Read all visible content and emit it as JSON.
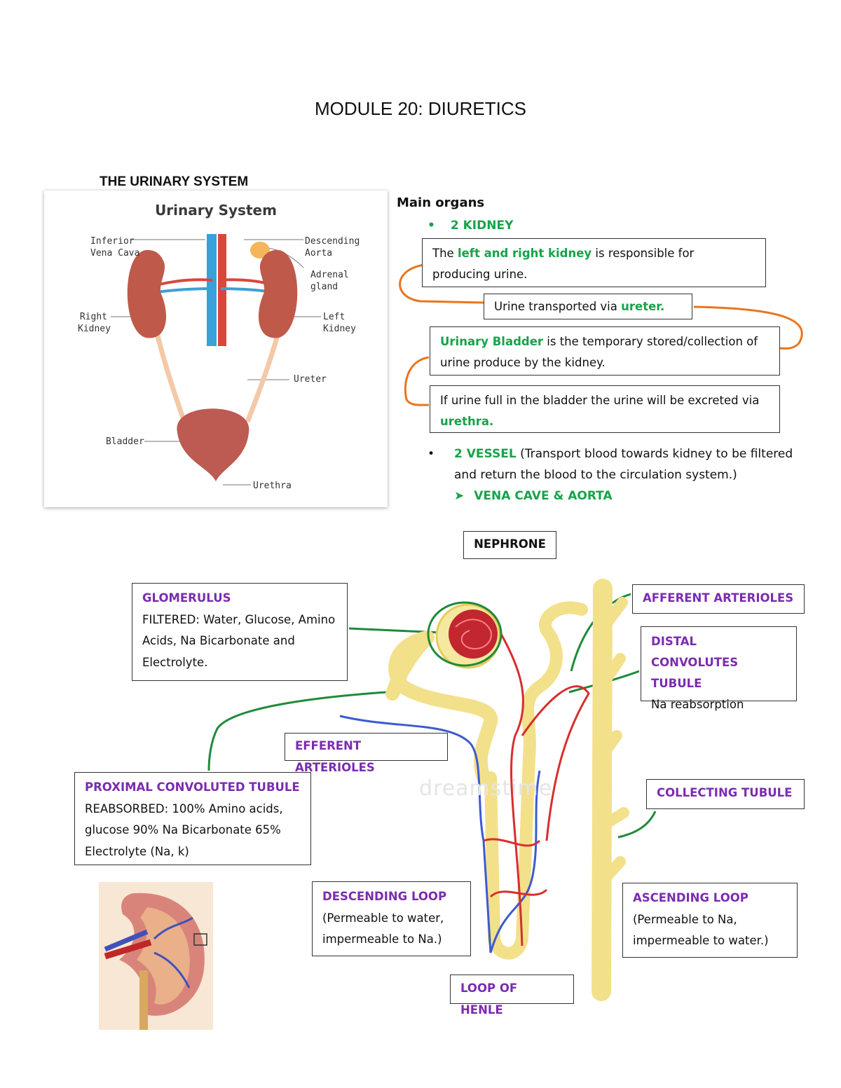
{
  "title": "MODULE 20: DIURETICS",
  "section": "THE URINARY SYSTEM",
  "urinary_figure": {
    "title": "Urinary System",
    "labels": {
      "vena_cava_1": "Inferior",
      "vena_cava_2": "Vena Cava",
      "aorta_1": "Descending",
      "aorta_2": "Aorta",
      "adrenal_1": "Adrenal",
      "adrenal_2": "gland",
      "right_kidney_1": "Right",
      "right_kidney_2": "Kidney",
      "left_kidney_1": "Left",
      "left_kidney_2": "Kidney",
      "ureter": "Ureter",
      "bladder": "Bladder",
      "urethra": "Urethra"
    }
  },
  "main_organs": {
    "heading": "Main organs",
    "kidney_bullet": "2 KIDNEY",
    "box1": {
      "pre": "The ",
      "hl": "left and right kidney",
      "post": " is responsible for producing urine."
    },
    "box2": {
      "pre": "Urine transported via ",
      "hl": "ureter."
    },
    "box3": {
      "hl": "Urinary Bladder",
      "post": " is the temporary stored/collection of urine produce by the kidney."
    },
    "box4": {
      "pre": "If urine full in the bladder the urine will be excreted via ",
      "hl": "urethra."
    },
    "vessel_bullet": {
      "hl": "2 VESSEL",
      "post": " (Transport blood towards kidney to be filtered and return the blood to the circulation system.)"
    },
    "vessel_sub": "VENA CAVE & AORTA"
  },
  "nephrone": {
    "heading": "NEPHRONE",
    "glomerulus": {
      "title": "GLOMERULUS",
      "text": "FILTERED: Water, Glucose, Amino Acids, Na Bicarbonate and Electrolyte."
    },
    "afferent": {
      "title": "AFFERENT ARTERIOLES"
    },
    "distal": {
      "title": "DISTAL CONVOLUTES TUBULE",
      "text": "Na reabsorption"
    },
    "efferent": {
      "title": "EFFERENT ARTERIOLES"
    },
    "proximal": {
      "title": "PROXIMAL CONVOLUTED TUBULE",
      "text": "REABSORBED: 100% Amino acids, glucose 90% Na Bicarbonate 65% Electrolyte (Na, k)"
    },
    "collecting": {
      "title": "COLLECTING TUBULE"
    },
    "descending": {
      "title": "DESCENDING LOOP",
      "text": "(Permeable to water, impermeable to Na.)"
    },
    "ascending": {
      "title": "ASCENDING LOOP",
      "text": "(Permeable to Na, impermeable to water.)"
    },
    "henle": {
      "title": "LOOP OF HENLE"
    },
    "watermark": "dreamstime"
  },
  "colors": {
    "green": "#17a34a",
    "purple": "#7b2cb0",
    "orange": "#e8761e",
    "tubule": "#f3e08a"
  }
}
